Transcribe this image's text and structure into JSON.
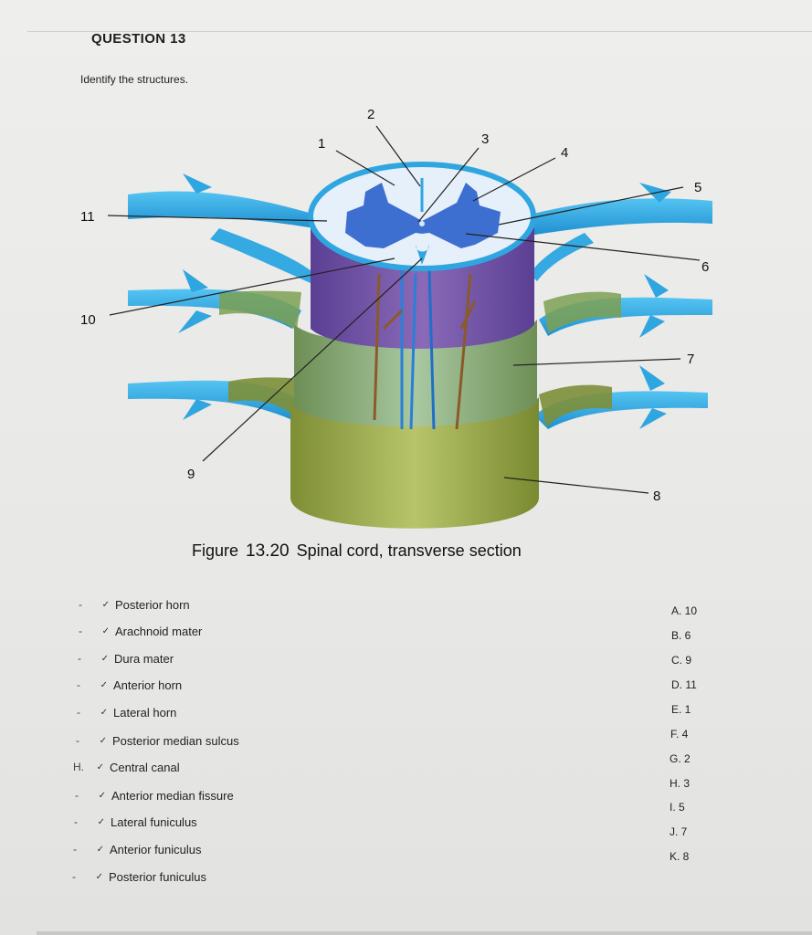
{
  "question": {
    "title": "QUESTION 13",
    "prompt": "Identify the structures."
  },
  "figure": {
    "caption_prefix": "Figure",
    "caption_number": "13.20",
    "caption_text": "Spinal cord, transverse section",
    "labels": [
      "1",
      "2",
      "3",
      "4",
      "5",
      "6",
      "7",
      "8",
      "9",
      "10",
      "11"
    ]
  },
  "matching": {
    "items": [
      {
        "term": "Posterior horn",
        "selected": "-"
      },
      {
        "term": "Arachnoid mater",
        "selected": "-"
      },
      {
        "term": "Dura mater",
        "selected": "-"
      },
      {
        "term": "Anterior horn",
        "selected": "-"
      },
      {
        "term": "Lateral horn",
        "selected": "-"
      },
      {
        "term": "Posterior median sulcus",
        "selected": "-"
      },
      {
        "term": "Central canal",
        "selected": "H."
      },
      {
        "term": "Anterior median fissure",
        "selected": "-"
      },
      {
        "term": "Lateral funiculus",
        "selected": "-"
      },
      {
        "term": "Anterior funiculus",
        "selected": "-"
      },
      {
        "term": "Posterior funiculus",
        "selected": "-"
      }
    ],
    "options": [
      "A. 10",
      "B. 6",
      "C. 9",
      "D. 11",
      "E. 1",
      "F. 4",
      "G. 2",
      "H. 3",
      "I. 5",
      "J. 7",
      "K. 8"
    ],
    "chevron_icon": "chevron-down-icon"
  },
  "colors": {
    "nerve_blue": "#2fa6e0",
    "gray_matter": "#3d6fd0",
    "white_matter": "#e6f0fa",
    "meninges_green": "#9aab55",
    "dura_olive": "#8f9e3f",
    "arachnoid_purple": "#7b5aa8"
  }
}
